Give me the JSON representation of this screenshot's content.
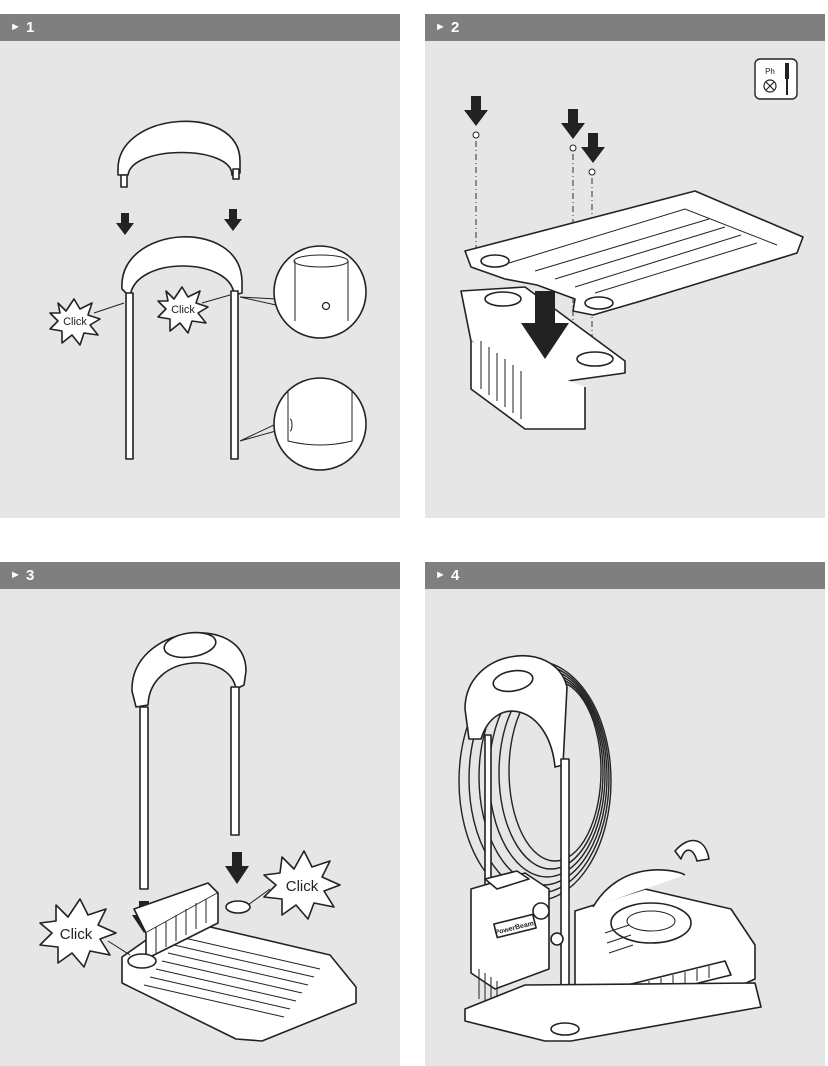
{
  "panels": [
    {
      "step_marker": "►",
      "step": "1",
      "callouts": [
        "Click",
        "Click"
      ]
    },
    {
      "step_marker": "►",
      "step": "2",
      "tool_icon": {
        "label": "Ph",
        "icon": "phillips-screwdriver-icon"
      }
    },
    {
      "step_marker": "►",
      "step": "3",
      "callouts": [
        "Click",
        "Click"
      ]
    },
    {
      "step_marker": "►",
      "step": "4",
      "brand_mark": "PowerBeam"
    }
  ],
  "colors": {
    "header_bar": "#7f7f7f",
    "panel_bg": "#e6e6e6",
    "line_art": "#222222"
  }
}
